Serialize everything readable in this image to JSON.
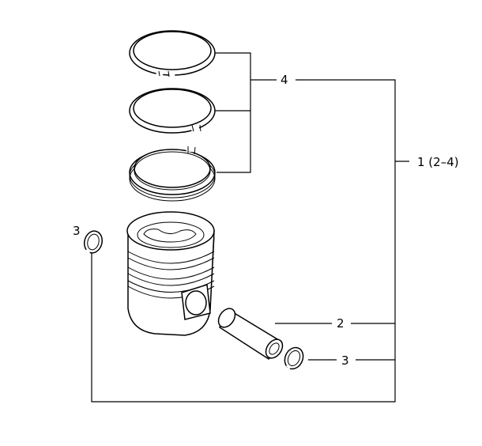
{
  "callouts": {
    "rings": "4",
    "piston_assembly": "1 (2–4)",
    "pin": "2",
    "circlip_left": "3",
    "circlip_right": "3"
  }
}
